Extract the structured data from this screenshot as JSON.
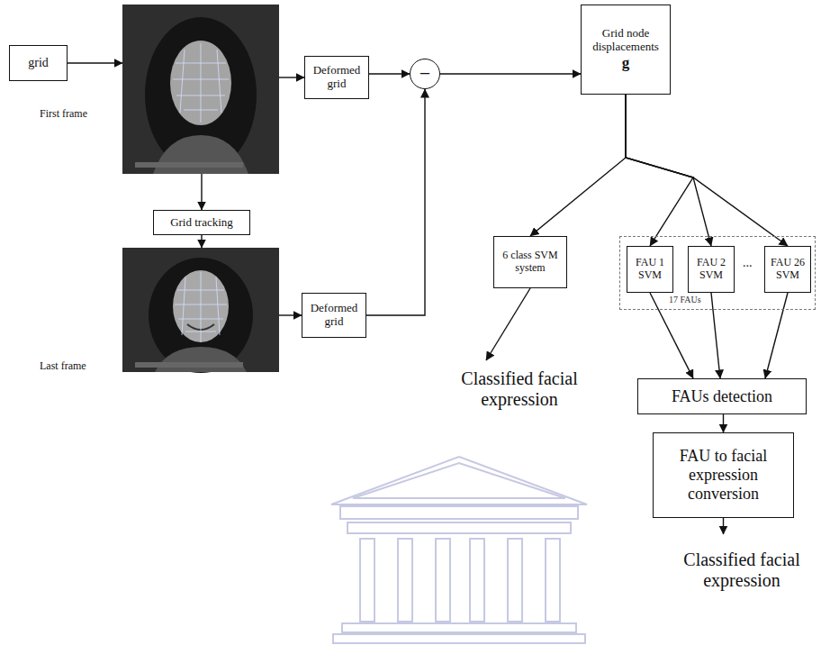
{
  "diagram": {
    "nodes": [
      {
        "text": [
          "grid"
        ]
      },
      {
        "text": [
          "First frame"
        ]
      },
      {
        "text": [
          "Deformed grid"
        ]
      },
      {
        "text": [
          "−"
        ]
      },
      {
        "text": [
          "Grid node displacements",
          "g"
        ]
      },
      {
        "text": [
          "Grid tracking"
        ]
      },
      {
        "text": [
          "Last frame"
        ]
      },
      {
        "text": [
          "Deformed grid"
        ]
      },
      {
        "text": [
          "6 class SVM system"
        ]
      },
      {
        "text": [
          "17 FAUs"
        ]
      },
      {
        "text": [
          "FAU 1 SVM"
        ],
        "in": 9
      },
      {
        "text": [
          "FAU 2 SVM"
        ],
        "in": 9
      },
      {
        "text": [
          "FAU 26 SVM"
        ],
        "in": 9
      },
      {
        "text": [
          "Classified facial expression"
        ]
      },
      {
        "text": [
          "FAUs detection"
        ]
      },
      {
        "text": [
          "FAU to facial expression conversion"
        ]
      },
      {
        "text": [
          "Classified facial expression"
        ]
      }
    ],
    "edges": [
      {
        "from": 0,
        "to": 1,
        "arrow": "to"
      },
      {
        "from": 1,
        "to": 2,
        "arrow": "to"
      },
      {
        "from": 2,
        "to": 3,
        "arrow": "to"
      },
      {
        "from": 7,
        "to": 3,
        "arrow": "to"
      },
      {
        "from": 3,
        "to": 4,
        "arrow": "to"
      },
      {
        "from": 1,
        "to": 5,
        "arrow": "to"
      },
      {
        "from": 5,
        "to": 6,
        "arrow": "to"
      },
      {
        "from": 6,
        "to": 7,
        "arrow": "to"
      },
      {
        "from": 4,
        "to": 8,
        "arrow": "to"
      },
      {
        "from": 4,
        "to": 10,
        "arrow": "to"
      },
      {
        "from": 4,
        "to": 11,
        "arrow": "to"
      },
      {
        "from": 4,
        "to": 12,
        "arrow": "to"
      },
      {
        "from": 8,
        "to": 13,
        "arrow": "to"
      },
      {
        "from": 10,
        "to": 14,
        "arrow": "to"
      },
      {
        "from": 11,
        "to": 14,
        "arrow": "to"
      },
      {
        "from": 12,
        "to": 14,
        "arrow": "to"
      },
      {
        "from": 14,
        "to": 15,
        "arrow": "to"
      },
      {
        "from": 15,
        "to": 16,
        "arrow": "to"
      }
    ],
    "labels": [
      "..."
    ]
  }
}
